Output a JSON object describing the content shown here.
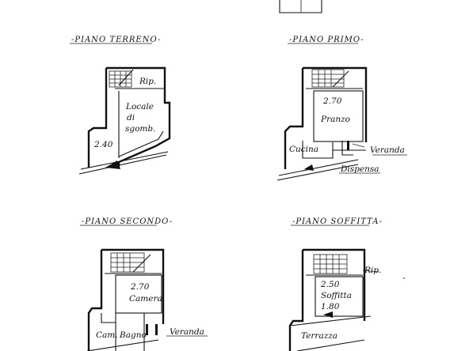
{
  "floors": {
    "terreno": {
      "title": "-PIANO TERRENO-",
      "rip": "Rip.",
      "locale_1": "Locale",
      "locale_2": "di",
      "locale_3": "sgomb.",
      "height": "2.40"
    },
    "primo": {
      "title": "-PIANO PRIMO-",
      "height": "2.70",
      "pranzo": "Pranzo",
      "cucina": "Cucina",
      "veranda": "Veranda",
      "dispensa": "Dispensa"
    },
    "secondo": {
      "title": "-PIANO SECONDO-",
      "height": "2.70",
      "camera": "Camera",
      "cam": "Cam.",
      "bagno": "Bagno",
      "veranda": "Veranda"
    },
    "soffitta": {
      "title": "-PIANO SOFFITTA-",
      "rip": "Rip.",
      "height": "2.50",
      "soffitta": "Soffitta",
      "height_low": "1.80",
      "terrazza": "Terrazza"
    }
  }
}
